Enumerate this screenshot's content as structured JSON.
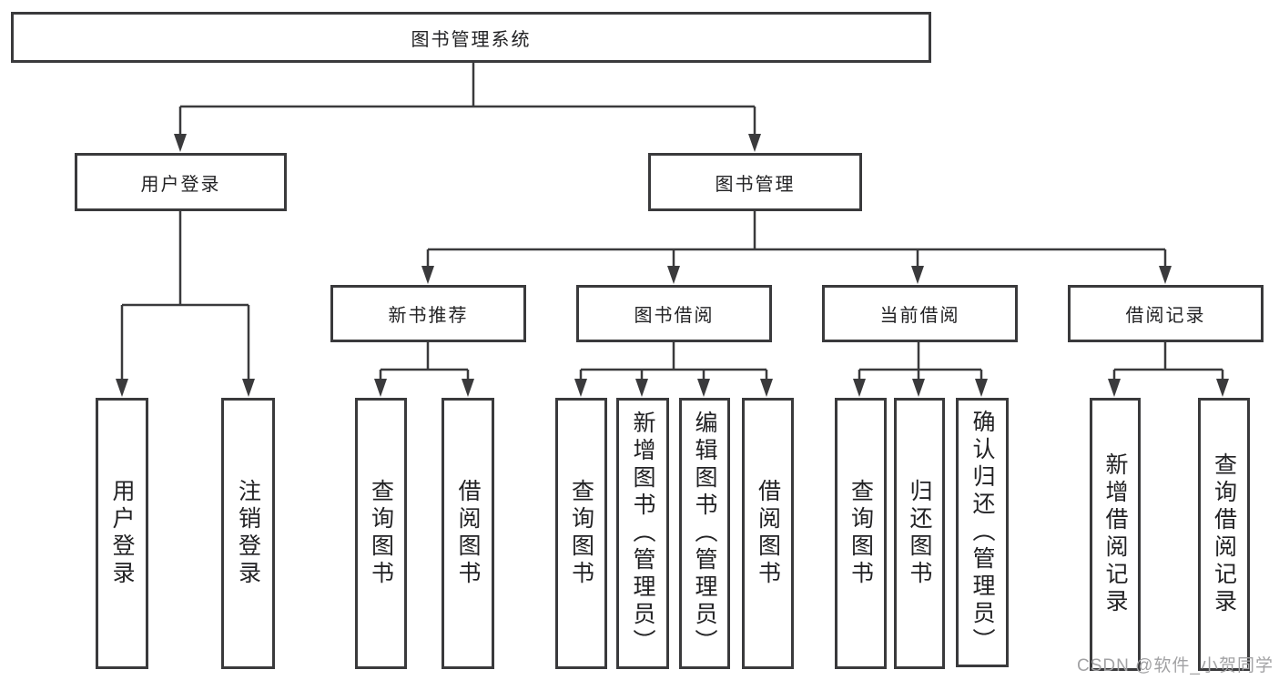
{
  "diagram_type": "hierarchy-tree",
  "tree": {
    "label": "图书管理系统",
    "children": [
      {
        "label": "用户登录",
        "children": [
          {
            "label": "用户登录"
          },
          {
            "label": "注销登录"
          }
        ]
      },
      {
        "label": "图书管理",
        "children": [
          {
            "label": "新书推荐",
            "children": [
              {
                "label": "查询图书"
              },
              {
                "label": "借阅图书"
              }
            ]
          },
          {
            "label": "图书借阅",
            "children": [
              {
                "label": "查询图书"
              },
              {
                "label": "新增图书（管理员）"
              },
              {
                "label": "编辑图书（管理员）"
              },
              {
                "label": "借阅图书"
              }
            ]
          },
          {
            "label": "当前借阅",
            "children": [
              {
                "label": "查询图书"
              },
              {
                "label": "归还图书"
              },
              {
                "label": "确认归还（管理员）"
              }
            ]
          },
          {
            "label": "借阅记录",
            "children": [
              {
                "label": "新增借阅记录"
              },
              {
                "label": "查询借阅记录"
              }
            ]
          }
        ]
      }
    ]
  },
  "watermark": "CSDN @软件_小贺同学",
  "colors": {
    "line": "#3a3a3c",
    "box_border": "#3a3a3c",
    "text": "#222224",
    "watermark": "#a2a2a4",
    "background": "#ffffff"
  }
}
